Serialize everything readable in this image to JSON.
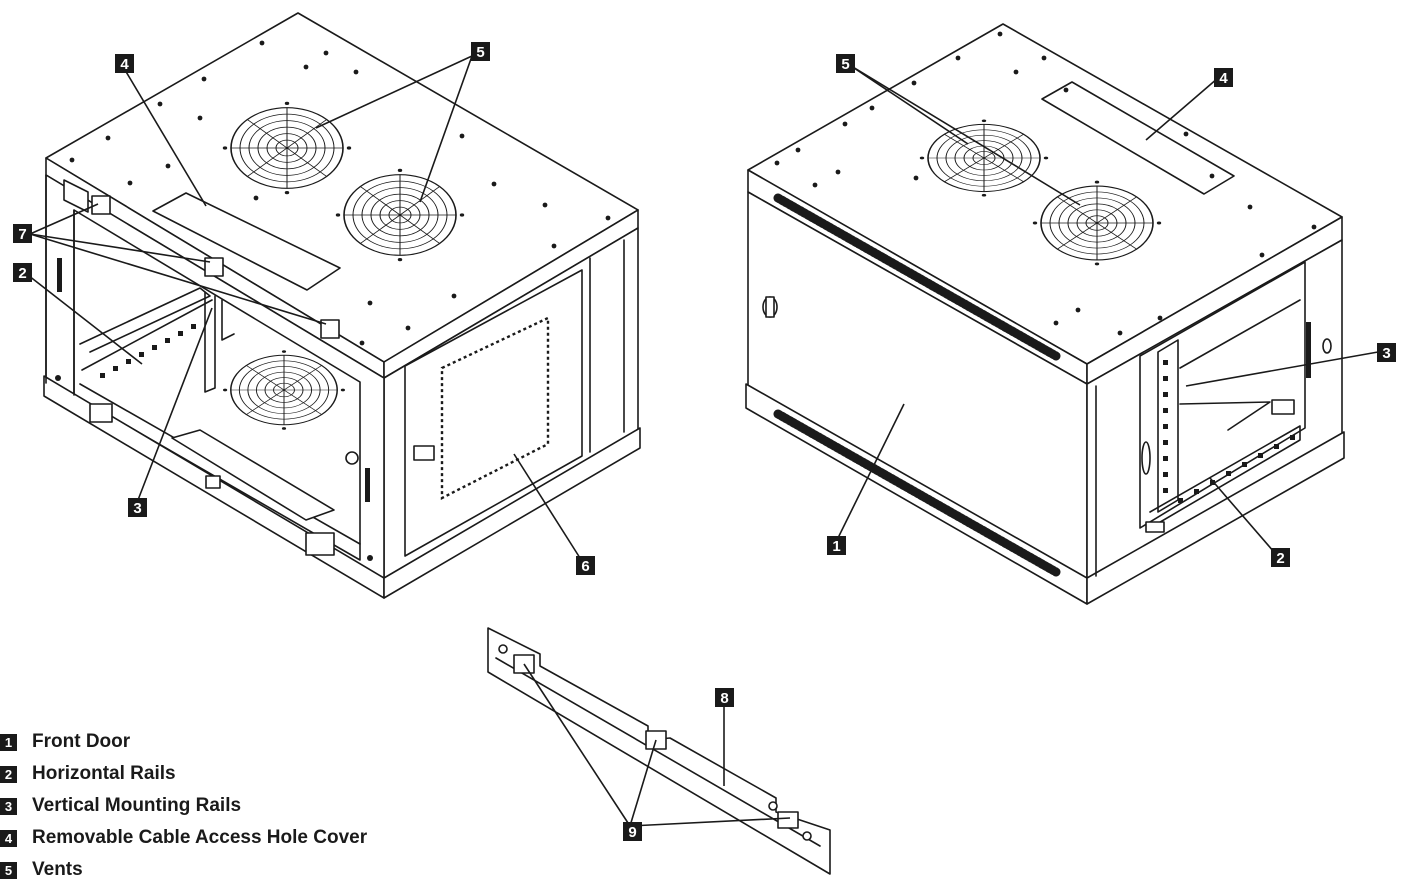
{
  "callouts": {
    "c1": "1",
    "c2": "2",
    "c3": "3",
    "c4": "4",
    "c5": "5",
    "c6": "6",
    "c7": "7",
    "c8": "8",
    "c9": "9"
  },
  "legend": [
    {
      "num": "1",
      "label": "Front Door"
    },
    {
      "num": "2",
      "label": "Horizontal Rails"
    },
    {
      "num": "3",
      "label": "Vertical Mounting Rails"
    },
    {
      "num": "4",
      "label": "Removable Cable Access Hole Cover"
    },
    {
      "num": "5",
      "label": "Vents"
    }
  ]
}
